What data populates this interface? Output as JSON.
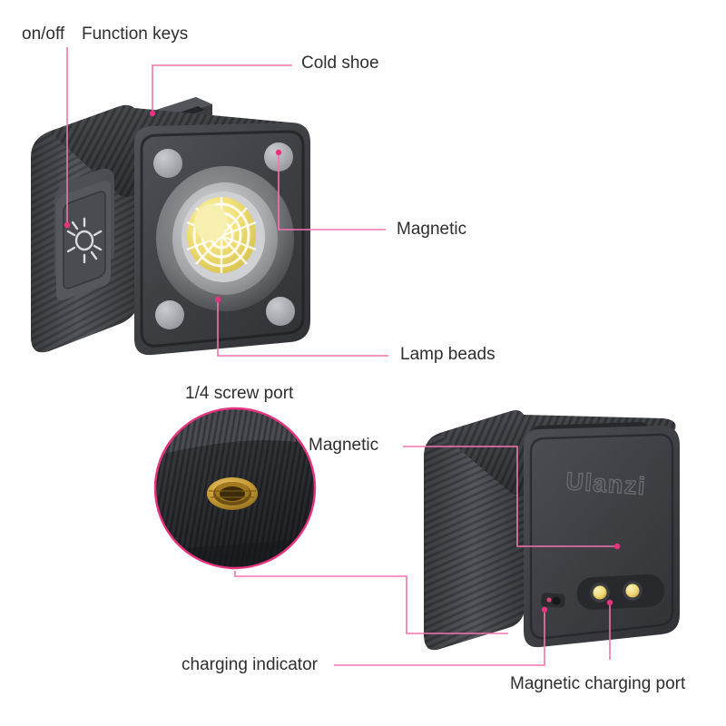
{
  "diagram": {
    "title_alt": "Ulanzi cube LED light annotated product diagram",
    "accent_color": "#f573b0",
    "accent_color_strong": "#e8347f",
    "label_color": "#2e2e30",
    "background": "#ffffff"
  },
  "labels": {
    "on_off": "on/off",
    "function_keys": "Function keys",
    "cold_shoe": "Cold shoe",
    "magnetic_front": "Magnetic",
    "lamp_beads": "Lamp beads",
    "screw_port": "1/4 screw port",
    "magnetic_back": "Magnetic",
    "charging_indicator": "charging indicator",
    "magnetic_charging_port": "Magnetic charging port"
  },
  "product": {
    "brand_logo": "Ulanzi",
    "body_color_dark": "#2b2c2f",
    "body_color_mid": "#44464a",
    "body_color_light": "#5a5c61",
    "magnet_pad_color": "#a9abaf",
    "led_warm_color": "#f2e27a",
    "screw_port_brass": "#c79a33",
    "charging_pin_gold": "#f0d878",
    "indicator_color": "#d4466f"
  },
  "callouts": [
    {
      "name": "on-off",
      "label": "on/off",
      "target": "power button"
    },
    {
      "name": "function-keys",
      "label": "Function keys",
      "target": "power button"
    },
    {
      "name": "cold-shoe",
      "label": "Cold shoe",
      "target": "top shoe rail"
    },
    {
      "name": "magnetic-front",
      "label": "Magnetic",
      "target": "corner magnet pad"
    },
    {
      "name": "lamp-beads",
      "label": "Lamp beads",
      "target": "LED lens"
    },
    {
      "name": "screw-port",
      "label": "1/4 screw port",
      "target": "bottom thread"
    },
    {
      "name": "magnetic-back",
      "label": "Magnetic",
      "target": "rear panel"
    },
    {
      "name": "charging-indicator",
      "label": "charging indicator",
      "target": "indicator LED"
    },
    {
      "name": "magnetic-charging-port",
      "label": "Magnetic charging port",
      "target": "pogo pins"
    }
  ]
}
